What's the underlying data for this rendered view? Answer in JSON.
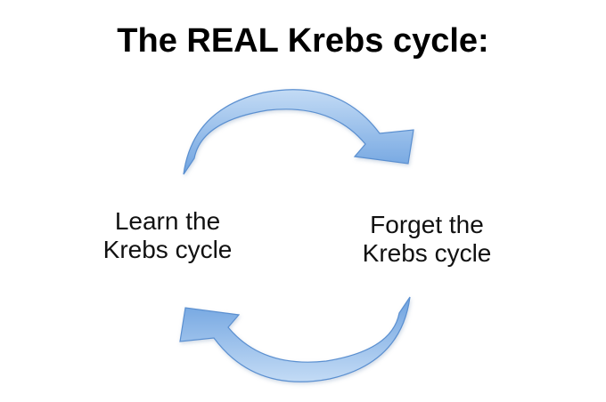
{
  "title": "The REAL Krebs cycle:",
  "nodes": {
    "left": {
      "line1": "Learn the",
      "line2": "Krebs cycle"
    },
    "right": {
      "line1": "Forget the",
      "line2": "Krebs cycle"
    }
  },
  "colors": {
    "arrow_fill_top": "#c3dbf5",
    "arrow_fill_bottom": "#6fa3e0",
    "arrow_stroke": "#5a8fd0",
    "text": "#111111",
    "background": "#ffffff"
  },
  "icons": {
    "top_arrow": "curved-arrow-right-icon",
    "bottom_arrow": "curved-arrow-left-icon"
  }
}
